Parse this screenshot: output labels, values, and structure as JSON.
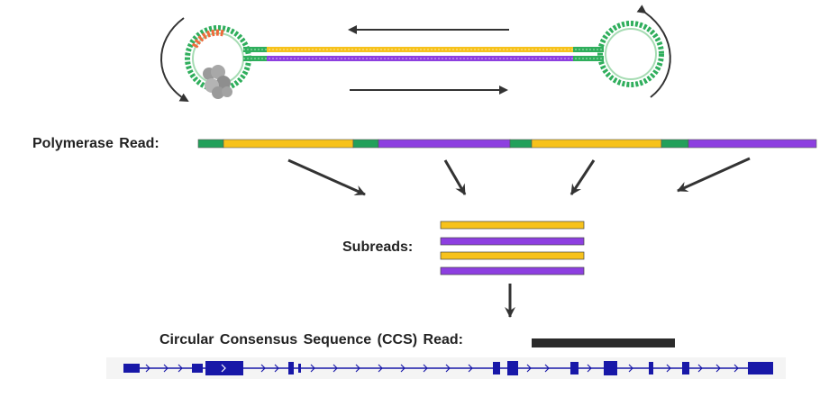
{
  "labels": {
    "polymerase_read": "Polymerase Read:",
    "subreads": "Subreads:",
    "ccs_read": "Circular Consensus Sequence (CCS) Read:"
  },
  "colors": {
    "adapter": "#22A05A",
    "insert_forward": "#F7C21B",
    "insert_reverse": "#8D3FE0",
    "ccs": "#2B2B2B",
    "gene_model": "#1818A8",
    "arrow": "#333333"
  },
  "polymerase_read_segments": [
    {
      "type": "adapter",
      "color": "adapter"
    },
    {
      "type": "insert",
      "color": "insert_forward"
    },
    {
      "type": "adapter",
      "color": "adapter"
    },
    {
      "type": "insert",
      "color": "insert_reverse"
    },
    {
      "type": "adapter",
      "color": "adapter"
    },
    {
      "type": "insert",
      "color": "insert_forward"
    },
    {
      "type": "adapter",
      "color": "adapter"
    },
    {
      "type": "insert",
      "color": "insert_reverse"
    }
  ],
  "subreads": [
    {
      "color": "insert_forward"
    },
    {
      "color": "insert_reverse"
    },
    {
      "color": "insert_forward"
    },
    {
      "color": "insert_reverse"
    }
  ],
  "icons": [
    "smrtbell-template-icon",
    "polymerase-icon",
    "gene-model-track-icon"
  ]
}
